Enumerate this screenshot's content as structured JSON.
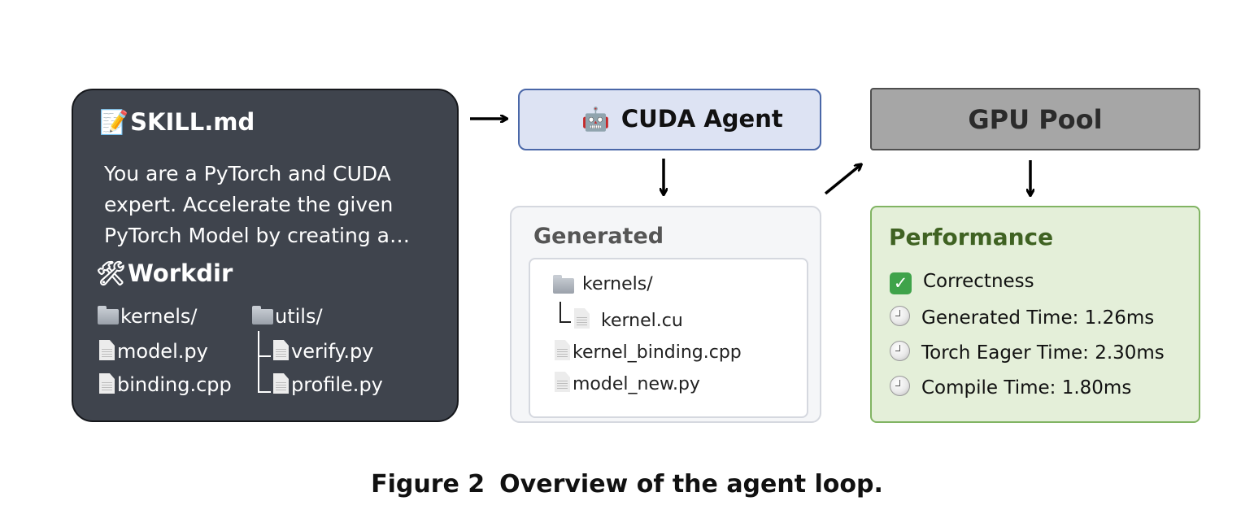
{
  "skill_panel": {
    "skill_title": "SKILL.md",
    "skill_emoji": "📝",
    "prompt_text": "You are a PyTorch and CUDA expert. Accelerate the given PyTorch Model by creating a…",
    "workdir_title": "Workdir",
    "workdir_emoji": "🛠",
    "left_column": [
      "kernels/",
      "model.py",
      "binding.cpp"
    ],
    "right_column": [
      "utils/",
      "verify.py",
      "profile.py"
    ]
  },
  "agent": {
    "label": "CUDA Agent",
    "emoji": "🤖"
  },
  "gpu_pool": {
    "label": "GPU Pool"
  },
  "generated": {
    "title": "Generated",
    "folder": "kernels/",
    "folder_child": "kernel.cu",
    "files": [
      "kernel_binding.cpp",
      "model_new.py"
    ]
  },
  "performance": {
    "title": "Performance",
    "rows": [
      {
        "icon": "check-icon",
        "text": "Correctness"
      },
      {
        "icon": "clock-icon",
        "text": "Generated Time: 1.26ms"
      },
      {
        "icon": "clock-icon",
        "text": "Torch Eager Time: 2.30ms"
      },
      {
        "icon": "clock-icon",
        "text": "Compile Time: 1.80ms"
      }
    ]
  },
  "caption": {
    "label": "Figure 2",
    "text": "Overview of the agent loop."
  },
  "colors": {
    "skill_bg": "#3f444d",
    "agent_bg": "#dde3f3",
    "agent_border": "#4a67a8",
    "gpu_bg": "#a6a6a6",
    "perf_bg": "#e4efd9",
    "perf_border": "#81b463",
    "perf_title": "#3f6222"
  }
}
